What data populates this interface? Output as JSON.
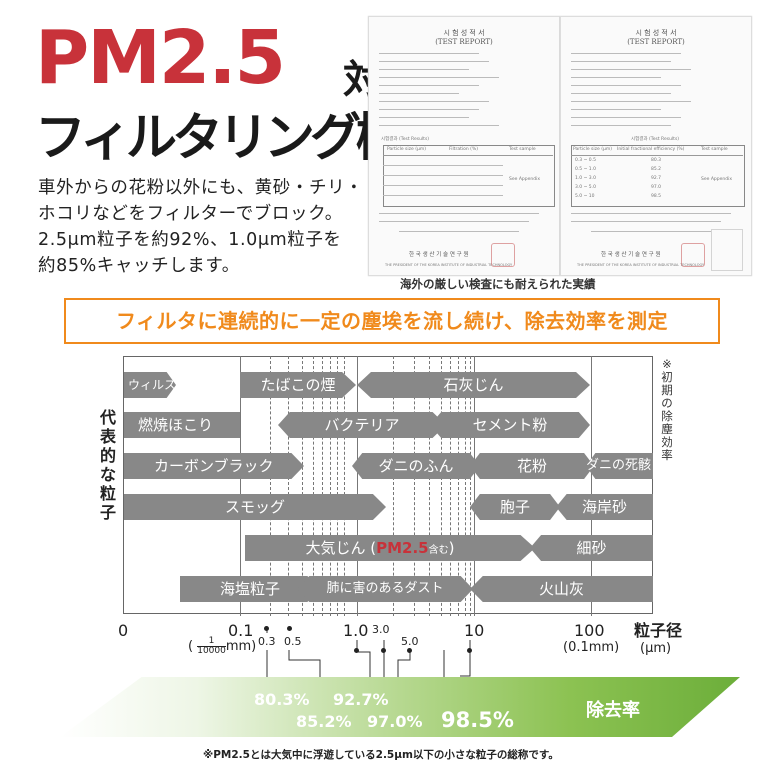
{
  "title": {
    "pm": "PM2.5",
    "taiou": "対応",
    "filter": "フィルタリング機能"
  },
  "description": [
    "車外からの花粉以外にも、黄砂・チリ・",
    "ホコリなどをフィルターでブロック。",
    "2.5μm粒子を約92%、1.0μm粒子を",
    "約85%キャッチします。"
  ],
  "reports": {
    "left_heading_ko": "시 험 성 적 서",
    "left_heading_en": "(TEST REPORT)",
    "right_heading_ko": "시 험 성 적 서",
    "right_heading_en": "(TEST REPORT)",
    "left_results_title": "시험결과 (Test Results)",
    "right_results_title": "시험결과 (Test Results)",
    "left_table_header_1": "Particle size (μm)",
    "left_table_header_2": "Filtration (%)",
    "left_table_header_3": "Test sample",
    "left_sample_cell": "See Appendix",
    "right_table_header_1": "Particle size (μm)",
    "right_table_header_2": "Initial fractional efficiency (%)",
    "right_table_header_3": "Test sample",
    "right_sample_cell": "See Appendix",
    "right_rows": [
      {
        "size": "0.3 ~ 0.5",
        "value": "80.3"
      },
      {
        "size": "0.5 ~ 1.0",
        "value": "85.2"
      },
      {
        "size": "1.0 ~ 3.0",
        "value": "92.7"
      },
      {
        "size": "3.0 ~ 5.0",
        "value": "97.0"
      },
      {
        "size": "5.0 ~ 10",
        "value": "98.5"
      }
    ],
    "left_institute": "한 국 생 산 기 술 연 구 원",
    "right_institute": "한 국 생 산 기 술 연 구 원",
    "left_institute_en": "THE PRESIDENT OF THE KOREA INSTITUTE OF INDUSTRIAL TECHNOLOGY",
    "right_institute_en": "THE PRESIDENT OF THE KOREA INSTITUTE OF INDUSTRIAL TECHNOLOGY",
    "caption": "海外の厳しい検査にも耐えられた実績"
  },
  "banner": "フィルタに連続的に一定の塵埃を流し続け、除去効率を測定",
  "chart": {
    "side_label": [
      "代",
      "表",
      "的",
      "な",
      "粒",
      "子"
    ],
    "initial_note": [
      "※",
      "初",
      "期",
      "の",
      "除",
      "塵",
      "効",
      "率"
    ],
    "bars": {
      "virus": "ウィルス",
      "tobacco": "たばこの煙",
      "limestone": "石灰じん",
      "combustion": "燃焼ほこり",
      "bacteria": "バクテリア",
      "cement": "セメント粉",
      "carbon": "カーボンブラック",
      "mite_feces": "ダニのふん",
      "pollen": "花粉",
      "dead_mites": "ダニの死骸",
      "smog": "スモッグ",
      "spores": "胞子",
      "beach_sand": "海岸砂",
      "atm_dust_a": "大気じん (",
      "atm_dust_pm": "PM2.5",
      "atm_dust_b": "含む",
      "atm_dust_c": ")",
      "fine_sand": "細砂",
      "sea_salt": "海塩粒子",
      "lung_dust": "肺に害のあるダスト",
      "volcanic_ash": "火山灰"
    },
    "ticks": {
      "t0": "0",
      "t01": "0.1",
      "t1": "1.0",
      "t10": "10",
      "t100": "100",
      "t03": "0.3",
      "t05": "0.5",
      "t30": "3.0",
      "t50": "5.0",
      "paren_l": "(",
      "frac_num": "1",
      "frac_den": "10000",
      "mm": "mm)",
      "mm100": "(0.1mm)",
      "axis_title": "粒子径",
      "axis_unit": "(μm)"
    }
  },
  "removal": {
    "p03": "80.3%",
    "p05": "85.2%",
    "p1": "92.7%",
    "p3": "97.0%",
    "p5": "98.5%",
    "label": "除去率"
  },
  "footnote": "※PM2.5とは大気中に浮遊している2.5μm以下の小さな粒子の総称です。",
  "colors": {
    "pm_red": "#c8323a",
    "banner_orange": "#f08a1c",
    "bar_gray": "#888888",
    "gradient_green": "#7ab648"
  }
}
